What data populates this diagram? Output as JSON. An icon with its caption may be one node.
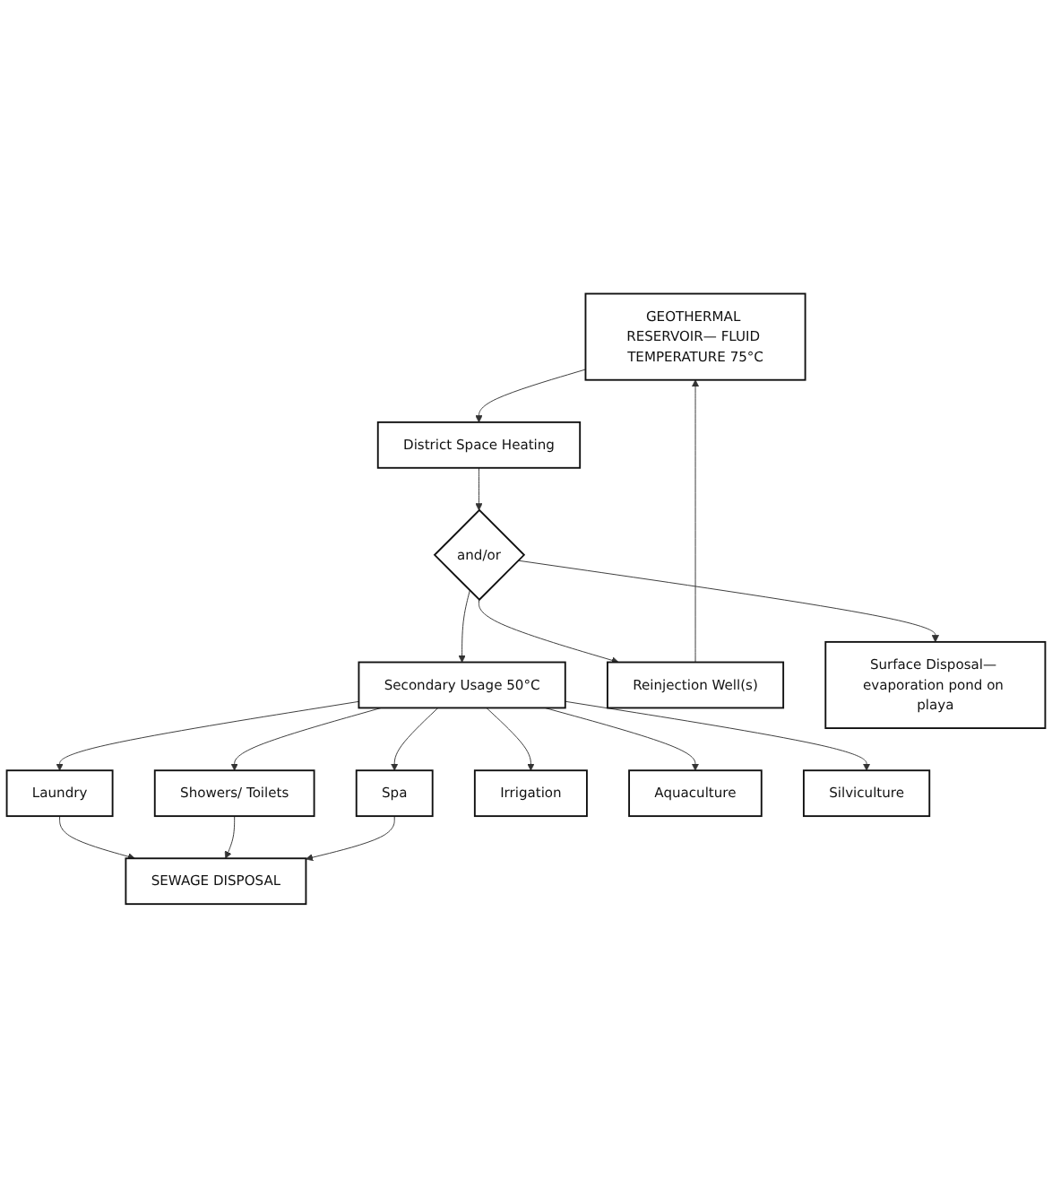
{
  "diagram": {
    "nodes": [
      {
        "text": [
          "GEOTHERMAL RESERVOIR— FLUID TEMPERATURE 75°C"
        ]
      },
      {
        "text": [
          "District Space Heating"
        ]
      },
      {
        "text": [
          "and/or"
        ]
      },
      {
        "text": [
          "Reinjection Well(s)"
        ]
      },
      {
        "text": [
          "Surface Disposal— evaporation pond on playa"
        ]
      },
      {
        "text": [
          "Secondary Usage 50°C"
        ]
      },
      {
        "text": [
          "Laundry"
        ]
      },
      {
        "text": [
          "Showers/ Toilets"
        ]
      },
      {
        "text": [
          "Spa"
        ]
      },
      {
        "text": [
          "Irrigation"
        ]
      },
      {
        "text": [
          "Aquaculture"
        ]
      },
      {
        "text": [
          "Silviculture"
        ]
      },
      {
        "text": [
          "SEWAGE DISPOSAL"
        ]
      }
    ],
    "edges": [
      {
        "from": 0,
        "to": 1,
        "arrow": "to"
      },
      {
        "from": 1,
        "to": 2,
        "arrow": "to"
      },
      {
        "from": 2,
        "to": 3,
        "arrow": "to"
      },
      {
        "from": 3,
        "to": 0,
        "arrow": "to"
      },
      {
        "from": 2,
        "to": 4,
        "arrow": "to"
      },
      {
        "from": 2,
        "to": 5,
        "arrow": "to"
      },
      {
        "from": 5,
        "to": 6,
        "arrow": "to"
      },
      {
        "from": 5,
        "to": 7,
        "arrow": "to"
      },
      {
        "from": 5,
        "to": 8,
        "arrow": "to"
      },
      {
        "from": 5,
        "to": 9,
        "arrow": "to"
      },
      {
        "from": 5,
        "to": 10,
        "arrow": "to"
      },
      {
        "from": 5,
        "to": 11,
        "arrow": "to"
      },
      {
        "from": 6,
        "to": 12,
        "arrow": "to"
      },
      {
        "from": 7,
        "to": 12,
        "arrow": "to"
      },
      {
        "from": 8,
        "to": 12,
        "arrow": "to"
      }
    ]
  }
}
